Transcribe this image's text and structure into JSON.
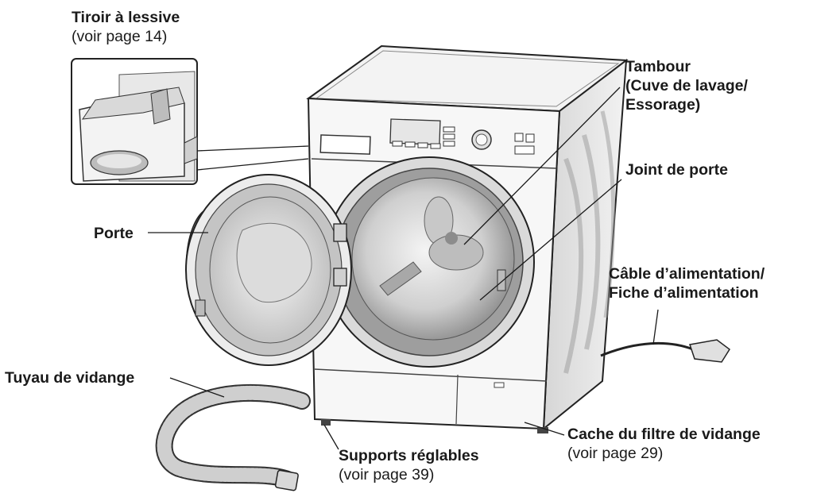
{
  "labels": {
    "drawer": {
      "title": "Tiroir à lessive",
      "ref": "(voir page 14)"
    },
    "drum": {
      "line1": "Tambour",
      "line2": "(Cuve de lavage/",
      "line3": "Essorage)"
    },
    "door_seal": {
      "title": "Joint de porte"
    },
    "door": {
      "title": "Porte"
    },
    "power": {
      "line1": "Câble d’alimentation/",
      "line2": "Fiche d’alimentation"
    },
    "drain_hose": {
      "title": "Tuyau de vidange"
    },
    "filter_cover": {
      "title": "Cache du filtre de vidange",
      "ref": "(voir page 29)"
    },
    "feet": {
      "title": "Supports réglables",
      "ref": "(voir page 39)"
    }
  }
}
